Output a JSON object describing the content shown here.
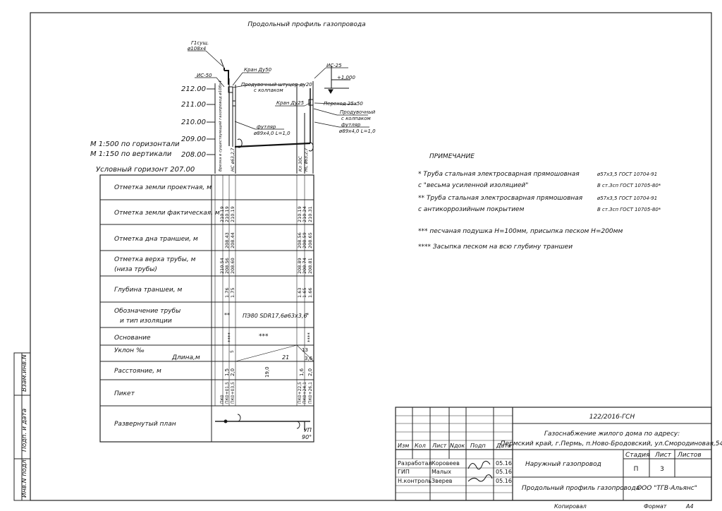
{
  "drawing_title": "Продольный профиль газопровода",
  "callouts": {
    "csp": "Г1сущ.",
    "csp_dia": "ø108x4",
    "is50": "ИС-50",
    "is25": "ИС-25",
    "kran50": "Кран Ду50",
    "shtucer1": "Продувочный штуцер ду20",
    "shtucer2": "с колпаком",
    "kran25": "Кран Ду25",
    "perevod": "Переход 25х50",
    "produv1": "Продувочный",
    "produv2": "с колпаком",
    "futlar_l1": "футляр",
    "futlar_l2": "ø89х4,0  L=1,0",
    "futlar_r1": "футляр",
    "futlar_r2": "ø89х4,0 L=1,0",
    "plus": "+1,000",
    "pipe_note": "Врезка в существующий газопровод ø108х4",
    "nc1": "НС ø63,2,7",
    "nc2": "Кл 30С",
    "nc3": "НС ø63,2,7"
  },
  "scale": {
    "h": "М 1:500  по горизонтали",
    "v": "М 1:150   по вертикали",
    "datum": "Условный горизонт  207.00",
    "levels": [
      "212.00",
      "211.00",
      "210.00",
      "209.00",
      "208.00"
    ]
  },
  "table": {
    "rows": [
      {
        "label1": "Отметка земли проектная,  м",
        "label2": ""
      },
      {
        "label1": "Отметка земли фактическая,  м",
        "label2": ""
      },
      {
        "label1": "Отметка дна траншеи,  м",
        "label2": ""
      },
      {
        "label1": "Отметка верха трубы,  м",
        "label2": "(низа трубы)"
      },
      {
        "label1": "Глубина траншеи,  м",
        "label2": ""
      },
      {
        "label1": "Обозначение трубы",
        "label2": "и тип изоляции"
      },
      {
        "label1": "Основание",
        "label2": ""
      },
      {
        "label1": "Уклон ‰",
        "label2": "Длина,м"
      },
      {
        "label1": "Расстояние,  м",
        "label2": ""
      },
      {
        "label1": "Пикет",
        "label2": ""
      },
      {
        "label1": "Развернутый план",
        "label2": ""
      }
    ],
    "ground_fact": [
      "210.19",
      "210.19",
      "210.19",
      "210.19",
      "210.24",
      "210.31"
    ],
    "trench_bottom": [
      "208.43",
      "208.44",
      "208.56",
      "208.59",
      "208.65"
    ],
    "pipe_top": [
      "210.54",
      "208.56",
      "208.60",
      "208.89",
      "208.74",
      "208.81"
    ],
    "depth": [
      "1.76",
      "1.75",
      "1.63",
      "1.65",
      "1.66"
    ],
    "pipe_spec": "ПЭ80  SDR17,6ø63х3,6",
    "pipe_mark_l": "**",
    "pipe_mark_r": "*",
    "base_marks_l": "****",
    "base_mid": "***",
    "base_marks_r": "****",
    "slope_l": "5",
    "slope_r": "13",
    "length_mid": "21",
    "length_r": "3,6",
    "dist": [
      "1,5",
      "2,0",
      "19,0",
      "1,6",
      "2,0"
    ],
    "pk": [
      "ПК0",
      "ПК0+01,5",
      "ПК0+03,5",
      "ПК0+22,5",
      "ПК0+24,1",
      "ПК0+26,1"
    ],
    "upl": "УП",
    "angle": "90°"
  },
  "notes": {
    "title": "ПРИМЕЧАНИЕ",
    "n1a": "*  Труба стальная электросварная прямошовная",
    "n1b": "с \"весьма усиленной изоляцией\"",
    "n1c": "ø57х3,5  ГОСТ 10704-91",
    "n1d": "В ст.3сп  ГОСТ 10705-80*",
    "n2a": "**  Труба стальная электросварная прямошовная",
    "n2b": "с антикоррозийным покрытием",
    "n2c": "ø57х3,5  ГОСТ 10704-91",
    "n2d": "В ст.3сп  ГОСТ 10705-80*",
    "n3": "***  песчаная подушка H=100мм, присыпка песком H=200мм",
    "n4": "****  Засыпка песком на всю глубину траншеи"
  },
  "stamp": {
    "code": "122/2016-ГСН",
    "object1": "Газоснабжение жилого дома по адресу:",
    "object2": "Пермский край, г.Пермь, п.Ново-Бродовский, ул.Смородиновая,54",
    "headers": [
      "Изм",
      "Кол",
      "Лист",
      "Nдок",
      "Подп",
      "Дата"
    ],
    "people": [
      {
        "role": "Разработал",
        "name": "Коровеев",
        "date": "05.16"
      },
      {
        "role": "ГИП",
        "name": "Малых",
        "date": "05.16"
      },
      {
        "role": "Н.контроль",
        "name": "Зверев",
        "date": "05.16"
      }
    ],
    "section": "Наружный газопровод",
    "stage_h": "Стадия",
    "sheet_h": "Лист",
    "sheets_h": "Листов",
    "stage": "П",
    "sheet": "3",
    "sheets": "",
    "drawing": "Продольный профиль газопровода",
    "org": "ООО \"ТГВ-Альянс\"",
    "copied": "Копировал",
    "format_h": "Формат",
    "format": "А4"
  },
  "side": {
    "s1": "Взам.инв.N",
    "s2": "Подп. и дата",
    "s3": "Инв.N подл."
  }
}
